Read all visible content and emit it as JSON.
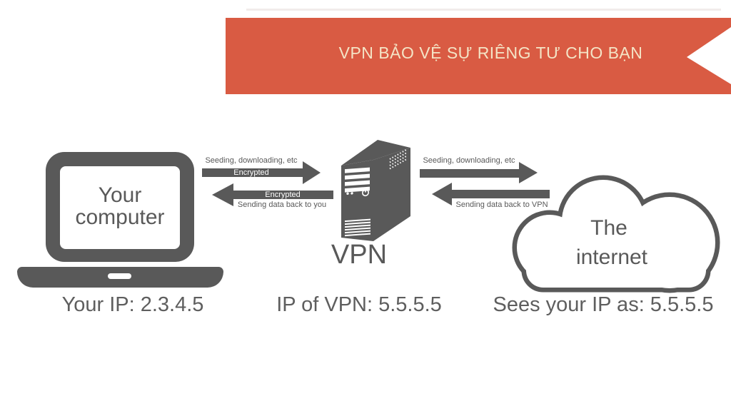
{
  "banner": {
    "title": "VPN BẢO VỆ SỰ RIÊNG TƯ CHO BẠN",
    "bg_color": "#D95B43",
    "text_color": "#F4E4C6"
  },
  "computer": {
    "screen_line1": "Your",
    "screen_line2": "computer",
    "caption": "Your IP: 2.3.4.5"
  },
  "vpn": {
    "label": "VPN",
    "caption": "IP of VPN: 5.5.5.5"
  },
  "internet": {
    "label_line1": "The",
    "label_line2": "internet",
    "caption": "Sees your IP as: 5.5.5.5"
  },
  "links": {
    "computer_to_vpn": {
      "top_label": "Seeding, downloading, etc",
      "shaft_label": "Encrypted"
    },
    "vpn_to_computer": {
      "shaft_label": "Encrypted",
      "bottom_label": "Sending data back to you"
    },
    "vpn_to_internet": {
      "top_label": "Seeding, downloading, etc"
    },
    "internet_to_vpn": {
      "bottom_label": "Sending data back to VPN"
    }
  },
  "colors": {
    "icon_gray": "#595959",
    "caption_gray": "#5E5E5E",
    "banner_red": "#D95B43",
    "banner_cream": "#F4E4C6",
    "arrow_label_white": "#FFFFFF"
  }
}
